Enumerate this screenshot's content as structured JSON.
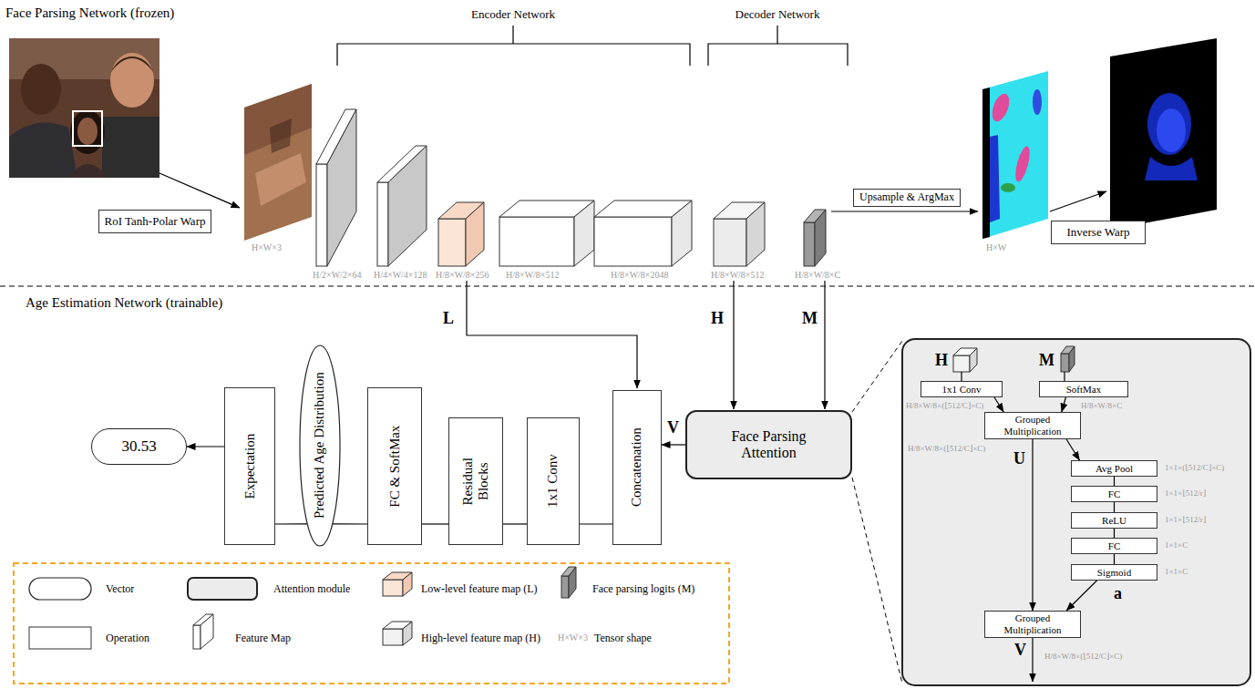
{
  "diagram": {
    "nodes": [
      {
        "text": [
          "RoI Tanh-Polar Warp"
        ]
      },
      {
        "text": [
          "Upsample & ArgMax"
        ]
      },
      {
        "text": [
          "Inverse Warp"
        ]
      },
      {
        "text": [
          "Concatenation"
        ]
      },
      {
        "text": [
          "1x1 Conv"
        ]
      },
      {
        "text": [
          "Residual Blocks"
        ]
      },
      {
        "text": [
          "FC & SoftMax"
        ]
      },
      {
        "text": [
          "Predicted Age Distribution"
        ]
      },
      {
        "text": [
          "Expectation"
        ]
      },
      {
        "text": [
          "30.53"
        ]
      },
      {
        "text": [
          "Face Parsing Attention"
        ]
      },
      {
        "text": [
          "1x1 Conv"
        ]
      },
      {
        "text": [
          "SoftMax"
        ]
      },
      {
        "text": [
          "Grouped Multiplication"
        ]
      },
      {
        "text": [
          "Avg Pool"
        ]
      },
      {
        "text": [
          "FC"
        ]
      },
      {
        "text": [
          "ReLU"
        ]
      },
      {
        "text": [
          "FC"
        ]
      },
      {
        "text": [
          "Sigmoid"
        ]
      },
      {
        "text": [
          "Grouped Multiplication"
        ]
      }
    ],
    "edges": [
      {
        "from": 10,
        "to": 3,
        "arrow": "to",
        "label": "V"
      },
      {
        "from": 3,
        "to": 4,
        "arrow": "none"
      },
      {
        "from": 4,
        "to": 5,
        "arrow": "none"
      },
      {
        "from": 5,
        "to": 6,
        "arrow": "none"
      },
      {
        "from": 6,
        "to": 7,
        "arrow": "none"
      },
      {
        "from": 7,
        "to": 8,
        "arrow": "none"
      },
      {
        "from": 8,
        "to": 9,
        "arrow": "to"
      },
      {
        "from": 11,
        "to": 13,
        "arrow": "to"
      },
      {
        "from": 12,
        "to": 13,
        "arrow": "to"
      },
      {
        "from": 13,
        "to": 14,
        "arrow": "to"
      },
      {
        "from": 13,
        "to": 19,
        "arrow": "to",
        "label": "U"
      },
      {
        "from": 14,
        "to": 15,
        "arrow": "none"
      },
      {
        "from": 15,
        "to": 16,
        "arrow": "none"
      },
      {
        "from": 16,
        "to": 17,
        "arrow": "none"
      },
      {
        "from": 17,
        "to": 18,
        "arrow": "none"
      },
      {
        "from": 18,
        "to": 19,
        "arrow": "to",
        "label": "a"
      }
    ],
    "labels": [
      "Face Parsing Network (frozen)",
      "Encoder Network",
      "Decoder Network",
      "H×W×3",
      "H/2×W/2×64",
      "H/4×W/4×128",
      "H/8×W/8×256",
      "H/8×W/8×512",
      "H/8×W/8×2048",
      "H/8×W/8×512",
      "H/8×W/8×C",
      "H×W",
      "Age Estimation Network (trainable)",
      "L",
      "H",
      "M",
      "H",
      "M",
      "H/8×W/8×(⌊512/C⌋×C)",
      "H/8×W/8×C",
      "H/8×W/8×(⌊512/C⌋×C)",
      "1×1×(⌊512/C⌋×C)",
      "1×1×⌊512/r⌋",
      "1×1×⌊512/r⌋",
      "1×1×C",
      "1×1×C",
      "V",
      "H/8×W/8×(⌊512/C⌋×C)",
      "H×W×3"
    ],
    "legend": [
      {
        "text": "Vector"
      },
      {
        "text": "Attention module"
      },
      {
        "text": "Low-level feature map (L)"
      },
      {
        "text": "Face parsing logits (M)"
      },
      {
        "text": "Operation"
      },
      {
        "text": "Feature Map"
      },
      {
        "text": "High-level feature map (H)"
      },
      {
        "text": "Tensor shape"
      }
    ]
  }
}
